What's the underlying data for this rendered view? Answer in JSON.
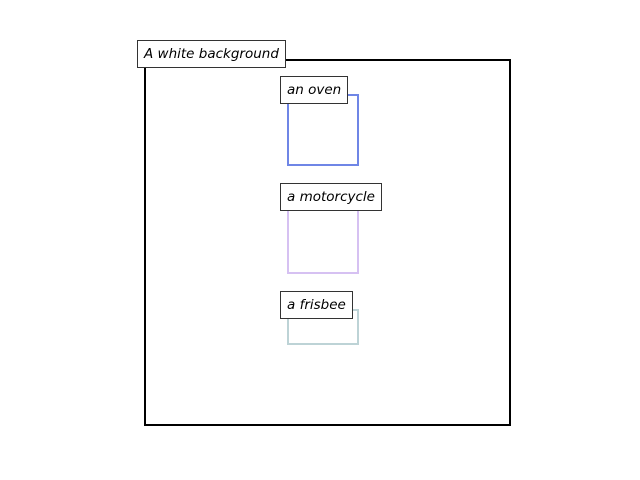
{
  "background": {
    "label": "A white background",
    "frame_color": "#000000"
  },
  "objects": [
    {
      "label": "an oven",
      "color": "#6f86e6"
    },
    {
      "label": "a motorcycle",
      "color": "#d6c1f2"
    },
    {
      "label": "a frisbee",
      "color": "#bdd3d6"
    }
  ]
}
